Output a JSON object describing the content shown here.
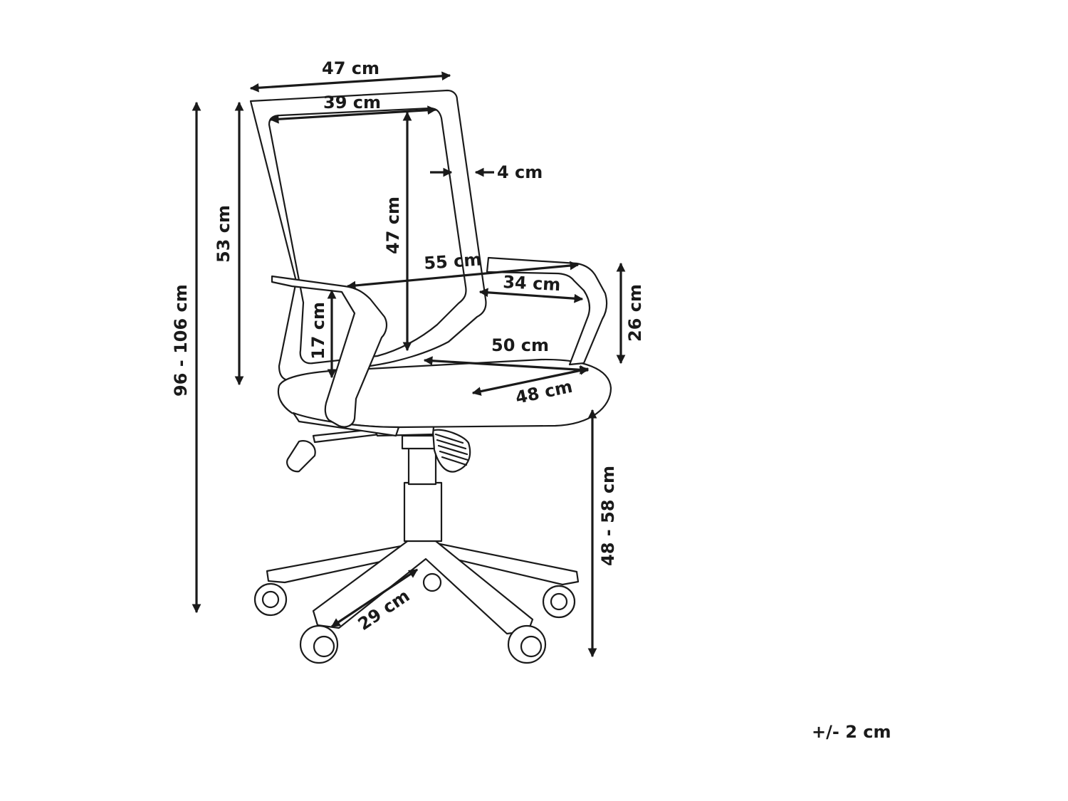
{
  "dimensions": {
    "backrest_top_width": "47 cm",
    "backrest_inner_width": "39 cm",
    "backrest_frame_depth": "4 cm",
    "backrest_inner_height": "47 cm",
    "backrest_height": "53 cm",
    "total_height": "96 - 106 cm",
    "armrest_width": "55 cm",
    "armrest_length": "34 cm",
    "armrest_height": "26 cm",
    "armrest_above_seat": "17 cm",
    "seat_width": "50 cm",
    "seat_depth": "48 cm",
    "seat_height": "48 - 58 cm",
    "base_leg": "29 cm"
  },
  "tolerance": "+/- 2 cm",
  "colors": {
    "ink": "#1a1a1a",
    "background": "#ffffff"
  }
}
